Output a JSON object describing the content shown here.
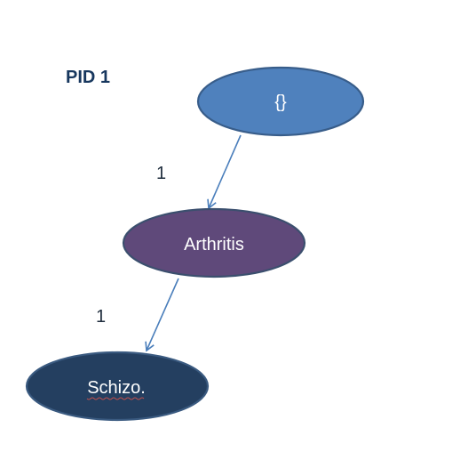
{
  "page": {
    "title": "PID 1"
  },
  "nodes": [
    {
      "id": "root",
      "label": "{}",
      "fill": "#4f81bd",
      "stroke": "#385d8a"
    },
    {
      "id": "arthritis",
      "label": "Arthritis",
      "fill": "#5f497a",
      "stroke": "#3b4f6e"
    },
    {
      "id": "schizo",
      "label": "Schizo.",
      "fill": "#243f60",
      "stroke": "#3a5a80",
      "spellcheck_underline": "#c0504d"
    }
  ],
  "edges": [
    {
      "from": "root",
      "to": "arthritis",
      "label": "1",
      "color": "#4a7ebb"
    },
    {
      "from": "arthritis",
      "to": "schizo",
      "label": "1",
      "color": "#4a7ebb"
    }
  ]
}
